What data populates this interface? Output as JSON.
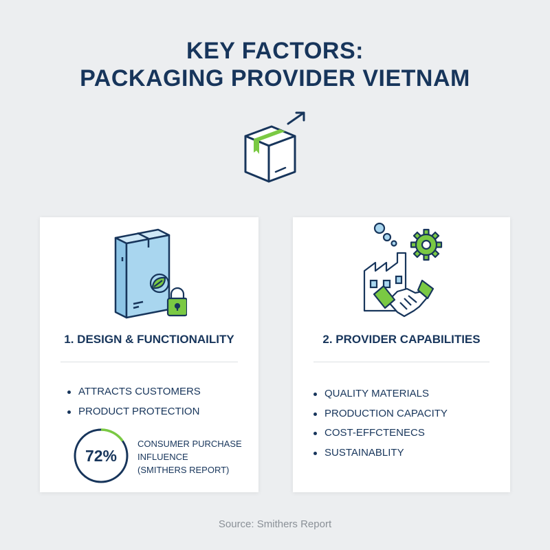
{
  "header": {
    "title_line1": "KEY FACTORS:",
    "title_line2": "PACKAGING PROVIDER VIETNAM"
  },
  "colors": {
    "navy": "#17355b",
    "accent_green": "#7ac943",
    "box_blue": "#a9d6ef",
    "muted_text": "#8a9097"
  },
  "icons": {
    "hero": "box-export-icon",
    "left_card": "eco-package-lock-icon",
    "right_card": "factory-handshake-gear-icon"
  },
  "left_card": {
    "title": "1. DESIGN & FUNCTIONAILITY",
    "bullets": [
      "ATTRACTS CUSTOMERS",
      "PRODUCT PROTECTION"
    ],
    "stat": {
      "value": "72%",
      "fraction": 0.72,
      "line1": "CONSUMER PURCHASE",
      "line2": "INFLUENCE",
      "line3": "(SMITHERS REPORT)"
    }
  },
  "right_card": {
    "title": "2. PROVIDER CAPABILITIES",
    "bullets": [
      "QUALITY MATERIALS",
      "PRODUCTION CAPACITY",
      "COST-EFFCTENECS",
      "SUSTAINABLITY"
    ]
  },
  "footer": {
    "source": "Source: Smithers Report"
  }
}
